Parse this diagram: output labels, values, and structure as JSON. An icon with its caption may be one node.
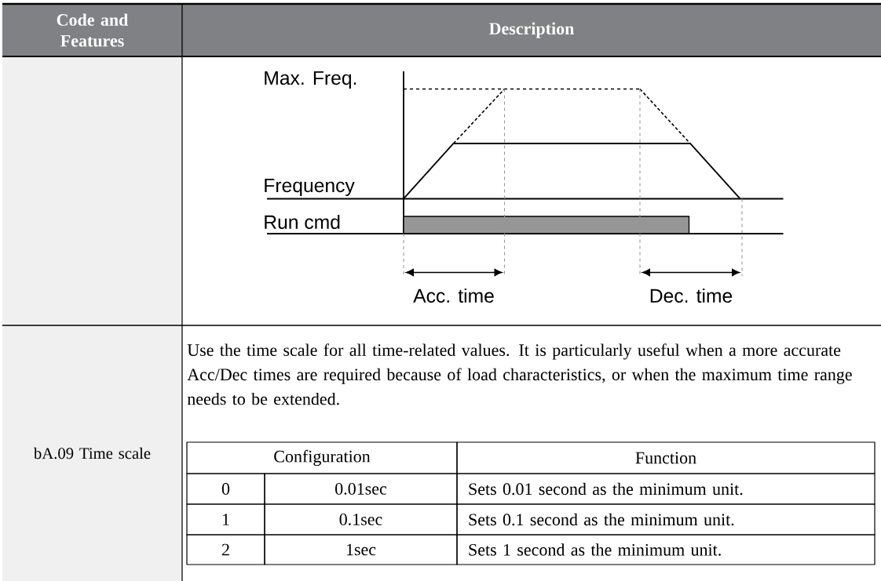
{
  "diagram": {
    "labels": [
      "Code and Features",
      "Description",
      "Max. Freq.",
      "Frequency",
      "Run cmd",
      "Acc. time",
      "Dec. time",
      "bA.09 Time scale",
      "Use the time scale for all time-related values. It is particularly useful when a more accurate Acc/Dec times are required because of load characteristics, or when the maximum time range needs to be extended.",
      "Configuration",
      "Function",
      "0",
      "0.01sec",
      "Sets 0.01 second as the minimum unit.",
      "1",
      "0.1sec",
      "Sets 0.1 second as the minimum unit.",
      "2",
      "1sec",
      "Sets 1 second as the minimum unit."
    ]
  }
}
